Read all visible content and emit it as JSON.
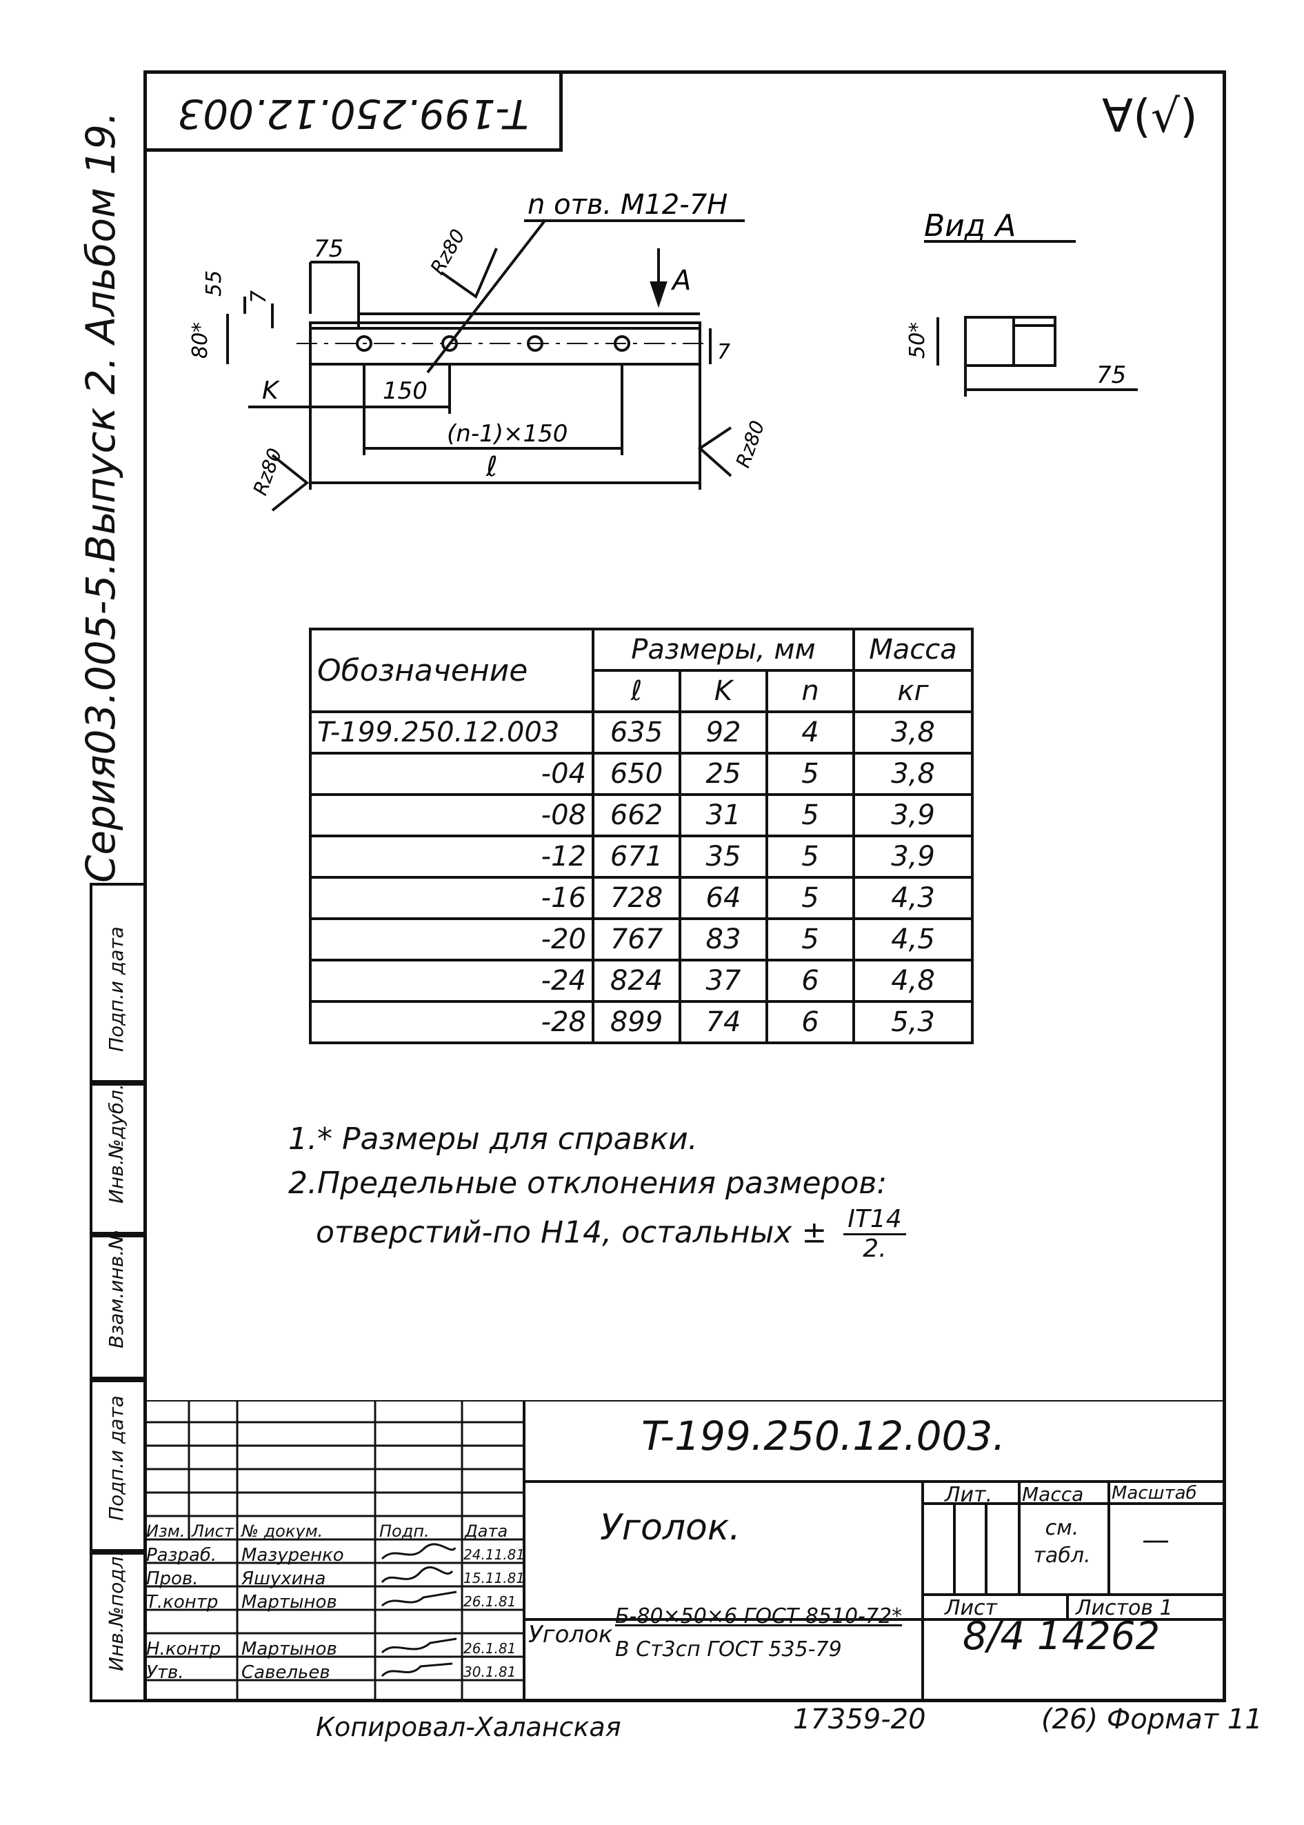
{
  "stamp_top_left": "T-199.250.12.003",
  "roughness_mark": "∀(√)",
  "series_label": "Серия03.005-5.Выпуск 2. Альбом 19.",
  "side_columns": [
    "Подп.и дата",
    "Инв.№дубл.",
    "Взам.инв.№",
    "Подп.и дата",
    "Инв.№подл."
  ],
  "drawing": {
    "hole_label": "n отв. M12-7H",
    "arrow_label": "A",
    "view_label": "Вид A",
    "dim_55": "55",
    "dim_7a": "7",
    "dim_75": "75",
    "dim_80": "80*",
    "dim_7b": "7",
    "dim_k": "K",
    "dim_150": "150",
    "dim_n150": "(n-1)×150",
    "dim_l": "ℓ",
    "rz_1": "Rz80",
    "rz_2": "Rz80",
    "rz_3": "Rz80",
    "view_dim_50": "50*",
    "view_dim_75": "75"
  },
  "table": {
    "header_designation": "Обозначение",
    "header_sizes": "Размеры, мм",
    "header_mass": "Масса",
    "header_mass_unit": "кг",
    "col_l": "ℓ",
    "col_k": "K",
    "col_n": "n",
    "rows": [
      {
        "des": "T-199.250.12.003",
        "l": "635",
        "k": "92",
        "n": "4",
        "m": "3,8"
      },
      {
        "des": "-04",
        "l": "650",
        "k": "25",
        "n": "5",
        "m": "3,8"
      },
      {
        "des": "-08",
        "l": "662",
        "k": "31",
        "n": "5",
        "m": "3,9"
      },
      {
        "des": "-12",
        "l": "671",
        "k": "35",
        "n": "5",
        "m": "3,9"
      },
      {
        "des": "-16",
        "l": "728",
        "k": "64",
        "n": "5",
        "m": "4,3"
      },
      {
        "des": "-20",
        "l": "767",
        "k": "83",
        "n": "5",
        "m": "4,5"
      },
      {
        "des": "-24",
        "l": "824",
        "k": "37",
        "n": "6",
        "m": "4,8"
      },
      {
        "des": "-28",
        "l": "899",
        "k": "74",
        "n": "6",
        "m": "5,3"
      }
    ]
  },
  "notes": {
    "n1": "1.* Размеры для справки.",
    "n2": "2.Предельные отклонения размеров:",
    "n3": "отверстий-по H14, остальных ±",
    "frac_top": "IT14",
    "frac_bot": "2."
  },
  "title_block": {
    "doc_code": "T-199.250.12.003.",
    "doc_name": "Уголок.",
    "head": {
      "izm": "Изм.",
      "list": "Лист",
      "ndoc": "№ докум.",
      "podp": "Подп.",
      "data": "Дата"
    },
    "people": [
      {
        "role": "Разраб.",
        "name": "Мазуренко",
        "date": "24.11.81"
      },
      {
        "role": "Пров.",
        "name": "Яшухина",
        "date": "15.11.81"
      },
      {
        "role": "Т.контр",
        "name": "Мартынов",
        "date": "26.1.81"
      },
      {
        "role": "Н.контр",
        "name": "Мартынов",
        "date": "26.1.81"
      },
      {
        "role": "Утв.",
        "name": "Савельев",
        "date": "30.1.81"
      }
    ],
    "lit": "Лит.",
    "massa": "Масса",
    "massa_val": "см. табл.",
    "masshtab": "Масштаб",
    "masshtab_val": "—",
    "list": "Лист",
    "listov": "Листов 1",
    "material_label": "Уголок",
    "material_1": "Б-80×50×6 ГОСТ 8510-72*",
    "material_2": "В Ст3сп ГОСТ 535-79",
    "sheet_code": "8/4 14262"
  },
  "below_frame": {
    "copied": "Копировал-Халанская",
    "order": "17359-20",
    "format": "(26) Формат 11"
  }
}
